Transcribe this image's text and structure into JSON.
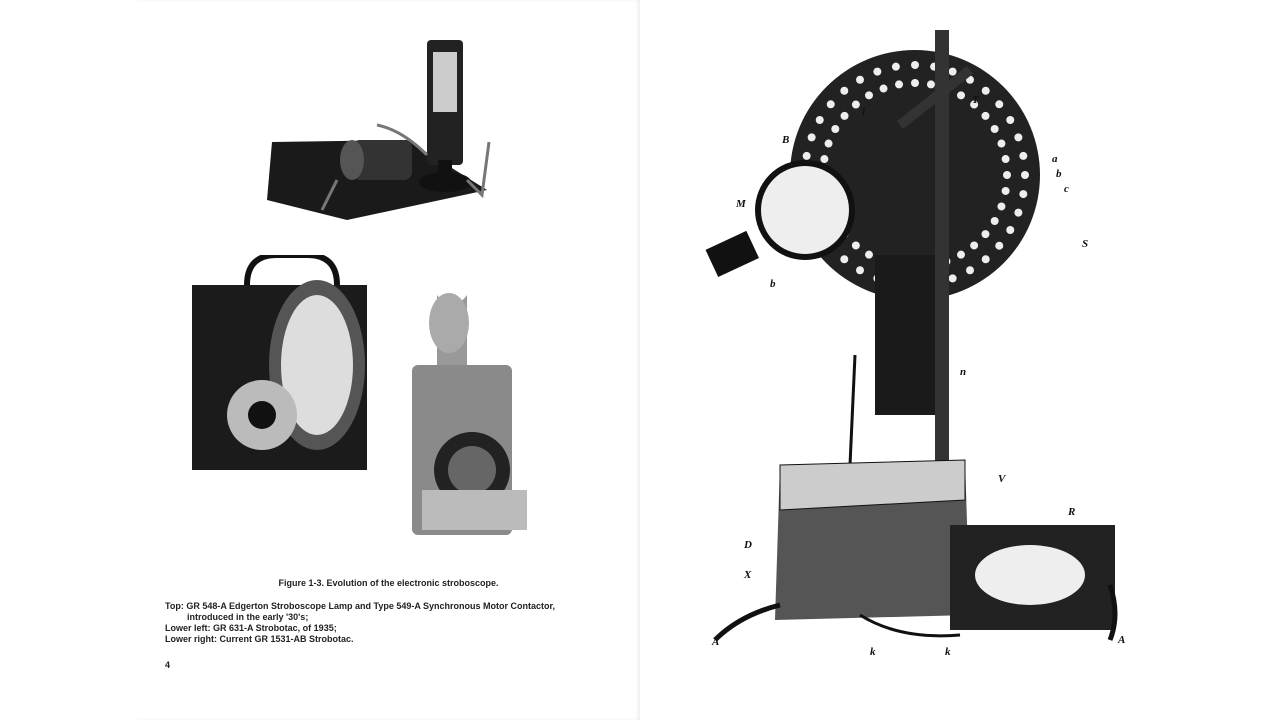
{
  "figure": {
    "title": "Figure 1-3. Evolution of the electronic stroboscope.",
    "lines": [
      "Top: GR 548-A Edgerton Stroboscope Lamp and Type 549-A Synchronous Motor Contactor,",
      "introduced in the early '30's;",
      "Lower left: GR 631-A Strobotac, of 1935;",
      "Lower right: Current GR 1531-AB Strobotac."
    ]
  },
  "page_number": "4",
  "illustration_labels": [
    "T",
    "l",
    "B",
    "a",
    "b",
    "c",
    "M",
    "S",
    "b",
    "n",
    "V",
    "R",
    "D",
    "X",
    "A",
    "k",
    "k",
    "A"
  ]
}
